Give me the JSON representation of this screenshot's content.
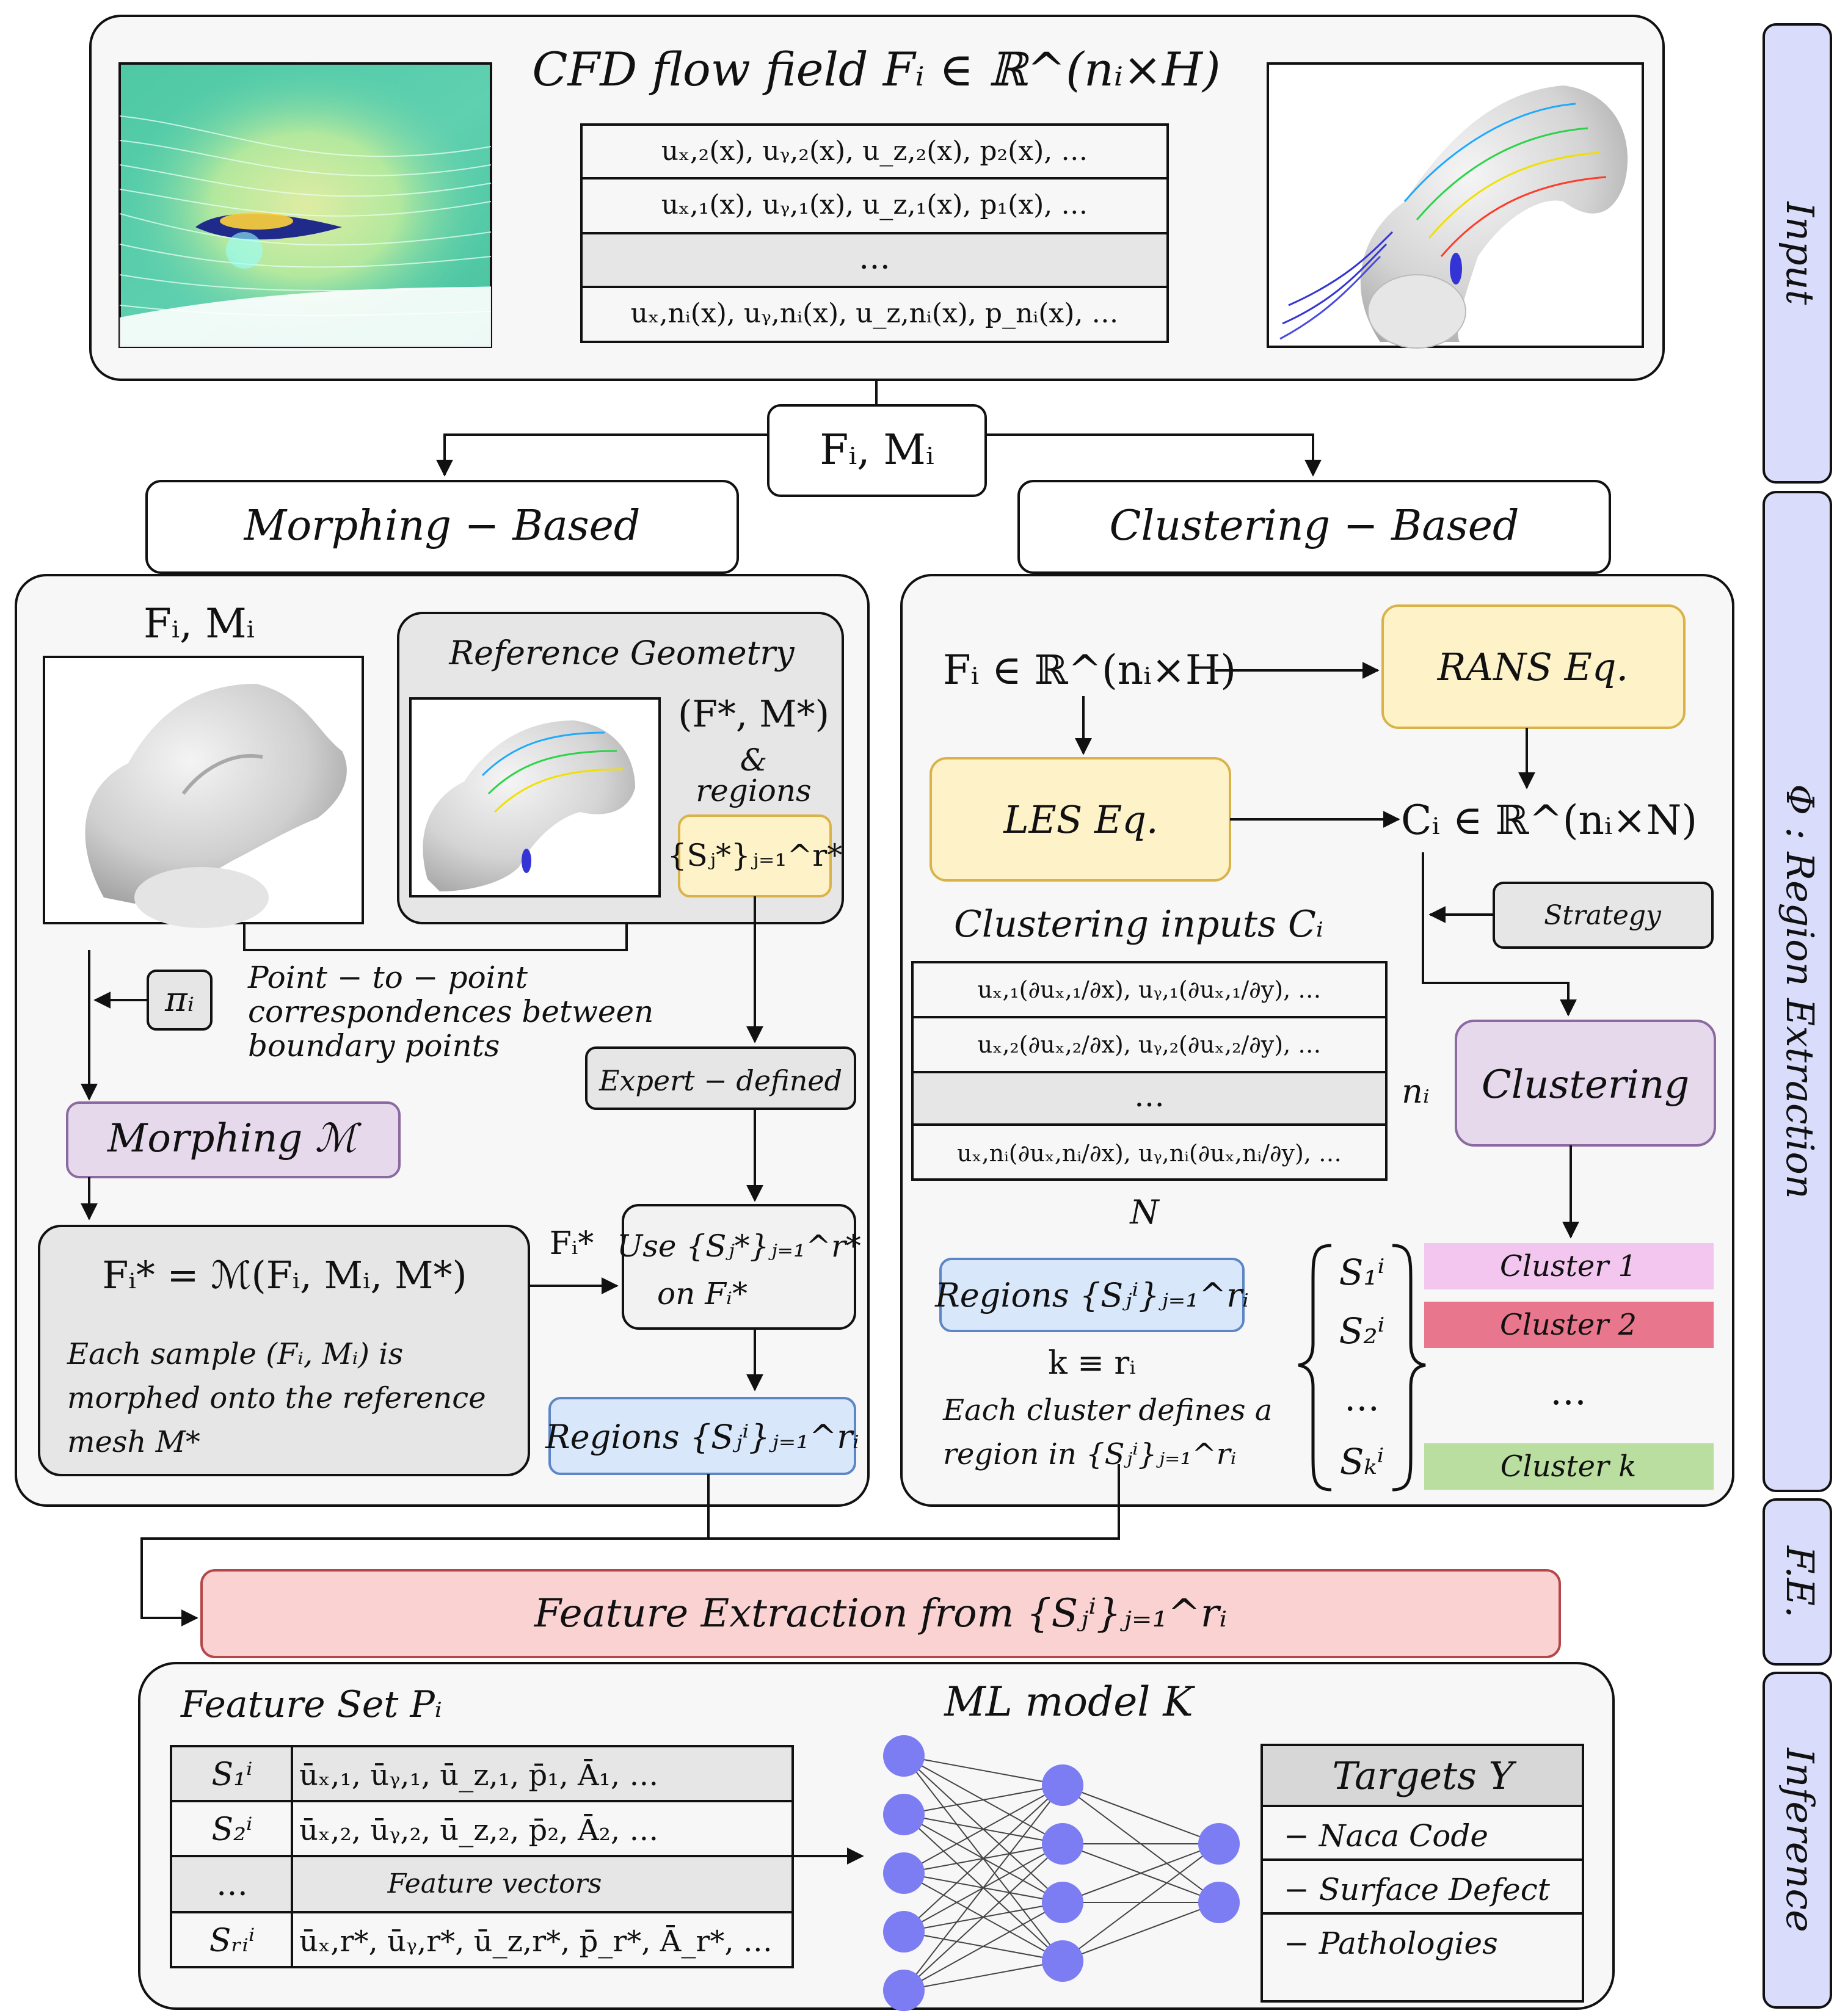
{
  "input": {
    "title": "CFD flow field  Fᵢ ∈ ℝ^(nᵢ×H)",
    "table_rows": [
      "uₓ,₂(x), uᵧ,₂(x), u_z,₂(x), p₂(x), …",
      "uₓ,₁(x), uᵧ,₁(x), u_z,₁(x), p₁(x), …",
      "…",
      "uₓ,nᵢ(x), uᵧ,nᵢ(x), u_z,nᵢ(x), p_nᵢ(x), …"
    ]
  },
  "split_label": "Fᵢ, Mᵢ",
  "morphing": {
    "header": "Morphing − Based",
    "sample_label": "Fᵢ, Mᵢ",
    "ref_title": "Reference Geometry",
    "ref_pair": "(F*, M*)",
    "ref_amp": "&",
    "ref_regions": "regions",
    "ref_set": "{Sⱼ*}ⱼ₌₁^r*",
    "pi": "πᵢ",
    "corr_lines": [
      "Point − to − point",
      "correspondences between",
      "boundary points"
    ],
    "expert": "Expert − defined",
    "morph_box": "Morphing ℳ",
    "eq": "Fᵢ* = ℳ(Fᵢ, Mᵢ, M*)",
    "desc_lines": [
      "Each sample  (Fᵢ, Mᵢ)  is",
      "morphed onto the reference",
      "mesh   M*"
    ],
    "fstar": "Fᵢ*",
    "use_lines": [
      "Use {Sⱼ*}ⱼ₌₁^r*",
      "on Fᵢ*"
    ],
    "regions": "Regions {Sⱼⁱ}ⱼ₌₁^rᵢ"
  },
  "clustering": {
    "header": "Clustering − Based",
    "f_in": "Fᵢ ∈ ℝ^(nᵢ×H)",
    "rans": "RANS Eq.",
    "les": "LES Eq.",
    "c_out": "Cᵢ ∈ ℝ^(nᵢ×N)",
    "inputs_label": "Clustering inputs Cᵢ",
    "strategy": "Strategy",
    "table_rows": [
      "uₓ,₁(∂uₓ,₁/∂x), uᵧ,₁(∂uₓ,₁/∂y), …",
      "uₓ,₂(∂uₓ,₂/∂x), uᵧ,₂(∂uₓ,₂/∂y), …",
      "…",
      "uₓ,nᵢ(∂uₓ,nᵢ/∂x), uᵧ,nᵢ(∂uₓ,nᵢ/∂y), …"
    ],
    "ni": "nᵢ",
    "N": "N",
    "cluster_box": "Clustering",
    "regions": "Regions {Sⱼⁱ}ⱼ₌₁^rᵢ",
    "k_eq": "k ≡ rᵢ",
    "note_lines": [
      "Each cluster defines a",
      "region in  {Sⱼⁱ}ⱼ₌₁^rᵢ"
    ],
    "s_labels": [
      "S₁ⁱ",
      "S₂ⁱ",
      "…",
      "Sₖⁱ"
    ],
    "clusters": [
      {
        "label": "Cluster 1",
        "color": "#f2c6ef"
      },
      {
        "label": "Cluster 2",
        "color": "#e8768c"
      },
      {
        "label": "Cluster k",
        "color": "#b9dea0"
      }
    ],
    "cluster_dots": "…"
  },
  "feature_extraction": "Feature Extraction from {Sⱼⁱ}ⱼ₌₁^rᵢ",
  "inference": {
    "feature_set": "Feature Set Pᵢ",
    "rows": [
      {
        "s": "S₁ⁱ",
        "v": "ūₓ,₁, ūᵧ,₁, ū_z,₁, p̄₁, Ā₁, …"
      },
      {
        "s": "S₂ⁱ",
        "v": "ūₓ,₂, ūᵧ,₂, ū_z,₂, p̄₂, Ā₂, …"
      },
      {
        "s": "…",
        "v": "Feature vectors"
      },
      {
        "s": "Sᵣᵢⁱ",
        "v": "ūₓ,r*, ūᵧ,r*, ū_z,r*, p̄_r*, Ā_r*, …"
      }
    ],
    "ml_title": "ML model K",
    "layers": [
      5,
      4,
      2
    ],
    "targets_title": "Targets Y",
    "targets": [
      "− Naca Code",
      "− Surface Defect",
      "− Pathologies"
    ]
  },
  "side_labels": [
    "Input",
    "Φ : Region Extraction",
    "F.E.",
    "Inference"
  ],
  "colors": {
    "yellow": "#fdf2c8",
    "purple": "#e6d9ec",
    "blue": "#d9e7fb",
    "red": "#fbd2d2",
    "side": "#d9dcfb",
    "node": "#7d7df3",
    "gray": "#e9e9e9"
  }
}
